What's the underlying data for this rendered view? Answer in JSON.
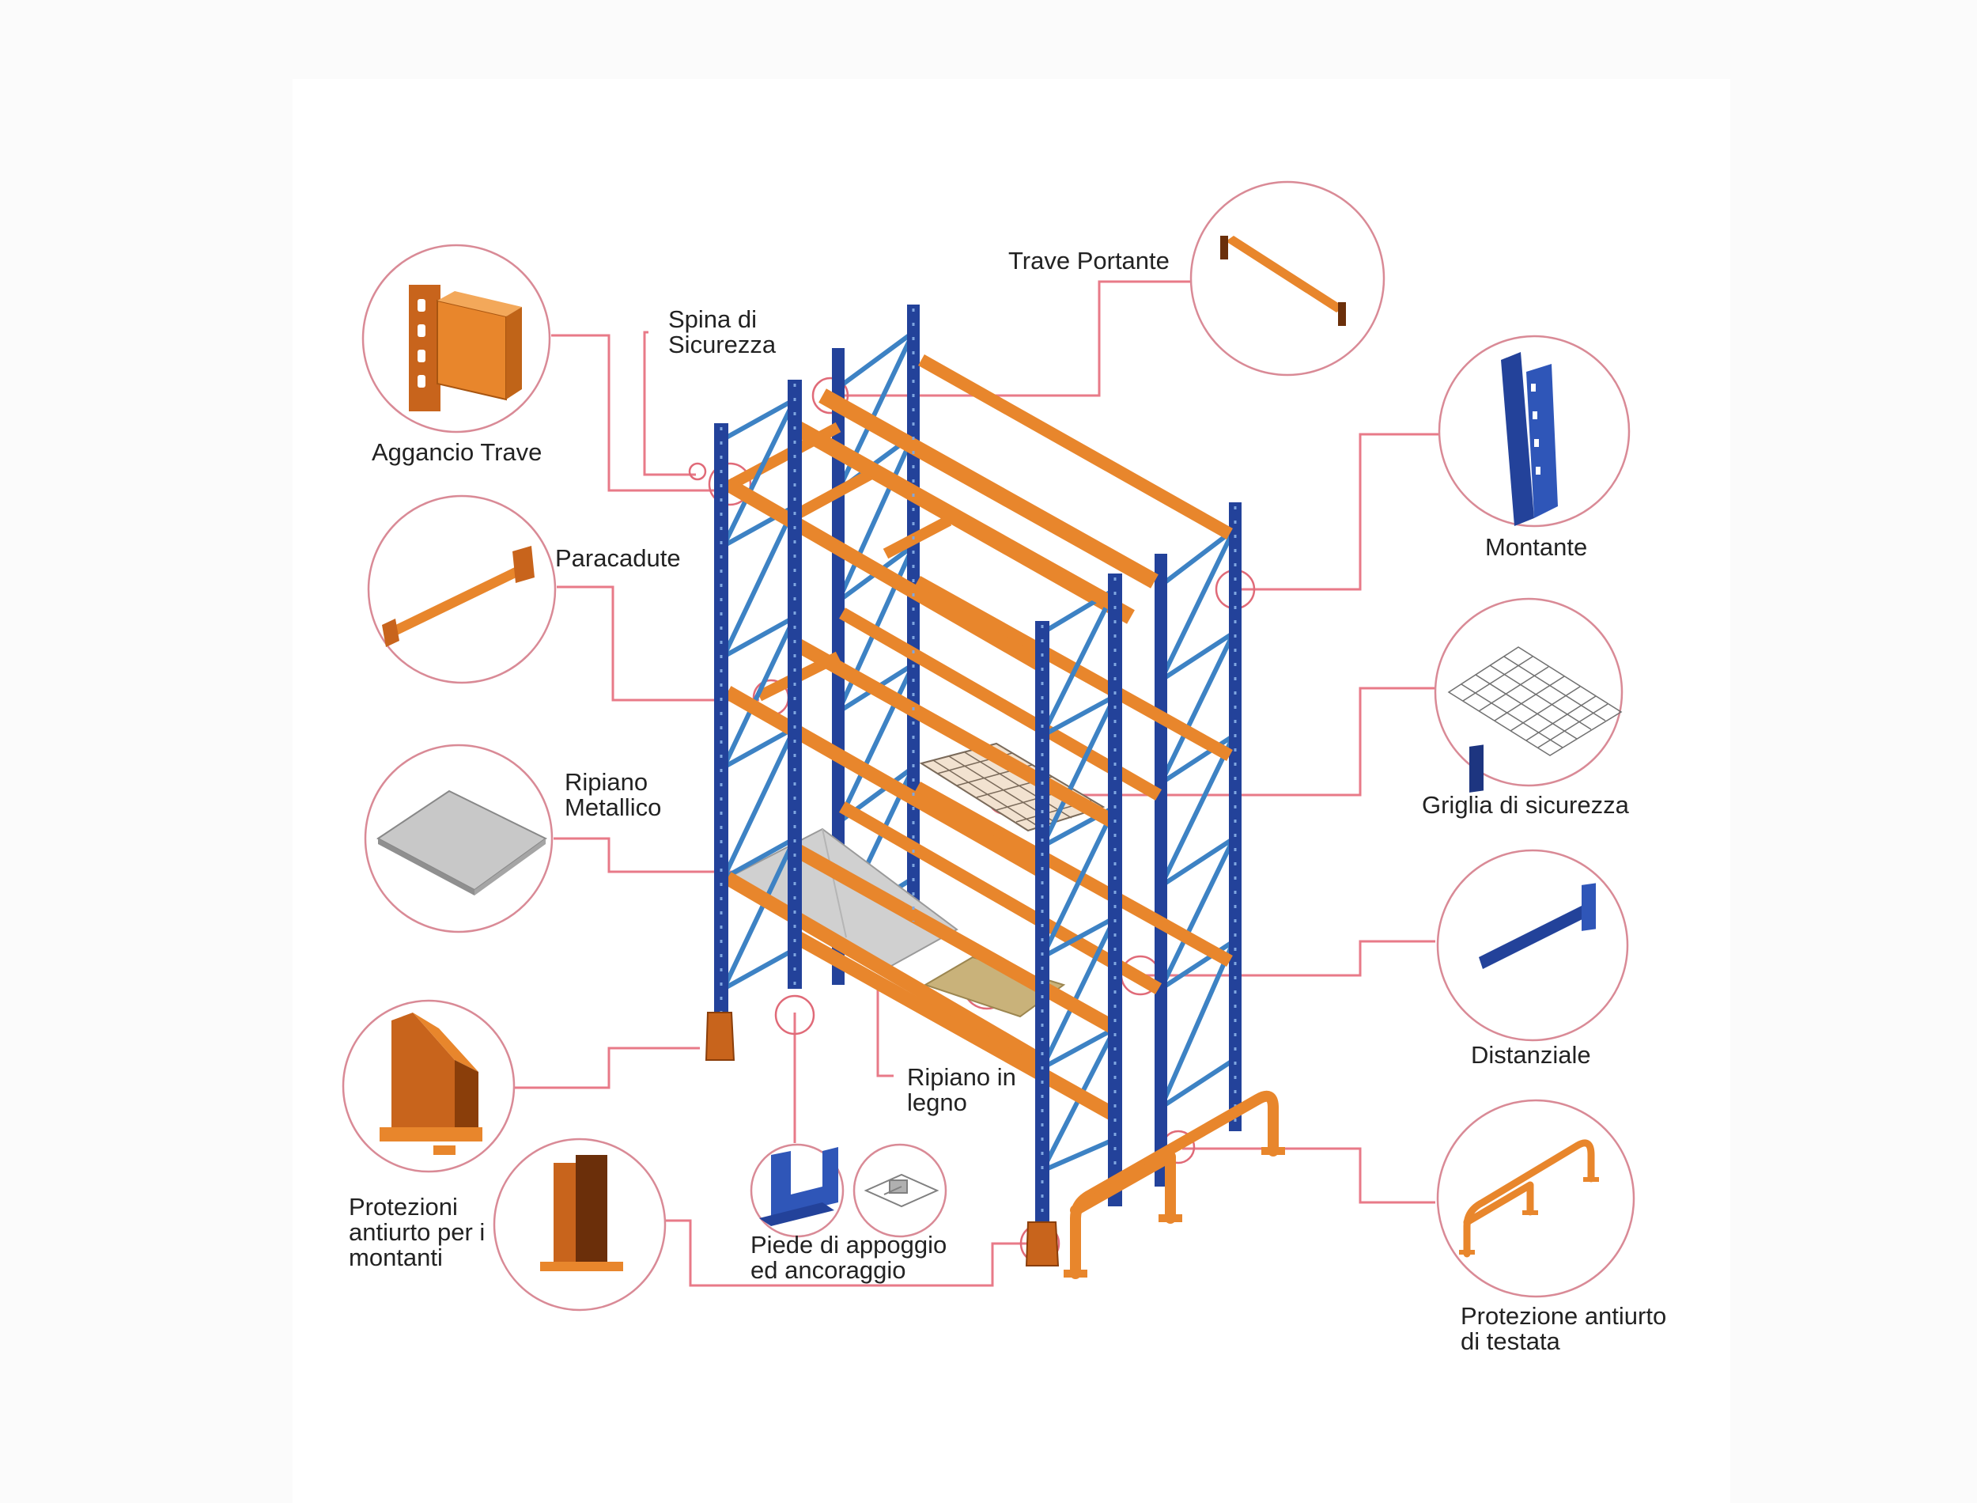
{
  "diagram": {
    "labels": {
      "aggancio_trave": "Aggancio Trave",
      "spina_line1": "Spina di",
      "spina_line2": "Sicurezza",
      "trave_portante": "Trave Portante",
      "paracadute": "Paracadute",
      "montante": "Montante",
      "ripiano_metallico_line1": "Ripiano",
      "ripiano_metallico_line2": "Metallico",
      "griglia": "Griglia di sicurezza",
      "distanziale": "Distanziale",
      "ripiano_legno_line1": "Ripiano in",
      "ripiano_legno_line2": "legno",
      "protezioni_montanti_line1": "Protezioni",
      "protezioni_montanti_line2": "antiurto per i",
      "protezioni_montanti_line3": "montanti",
      "piede_line1": "Piede di appoggio",
      "piede_line2": "ed ancoraggio",
      "protezione_testata_line1": "Protezione antiurto",
      "protezione_testata_line2": "di testata"
    },
    "colors": {
      "upright_blue": "#23429a",
      "bracing_blue": "#3d82c4",
      "beam_orange": "#e8862c",
      "beam_orange_dark": "#b85a12",
      "callout_line": "#e87a88",
      "circle_line": "#d98a96",
      "metal_shelf": "#cfcfcf",
      "wood_shelf": "#c9b27a",
      "grid_mesh": "#8a8a8a"
    },
    "icons": [
      "beam-connector-icon",
      "beam-icon",
      "safety-bar-icon",
      "upright-icon",
      "metal-shelf-icon",
      "wire-mesh-icon",
      "row-spacer-icon",
      "upright-protector-icon",
      "upright-guard-icon",
      "base-plate-icon",
      "anchor-bolt-icon",
      "end-guard-rail-icon"
    ]
  }
}
